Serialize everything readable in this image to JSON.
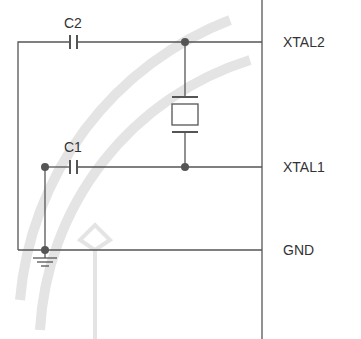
{
  "diagram": {
    "labels": [
      "C2",
      "C1",
      "XTAL2",
      "XTAL1",
      "GND"
    ]
  }
}
